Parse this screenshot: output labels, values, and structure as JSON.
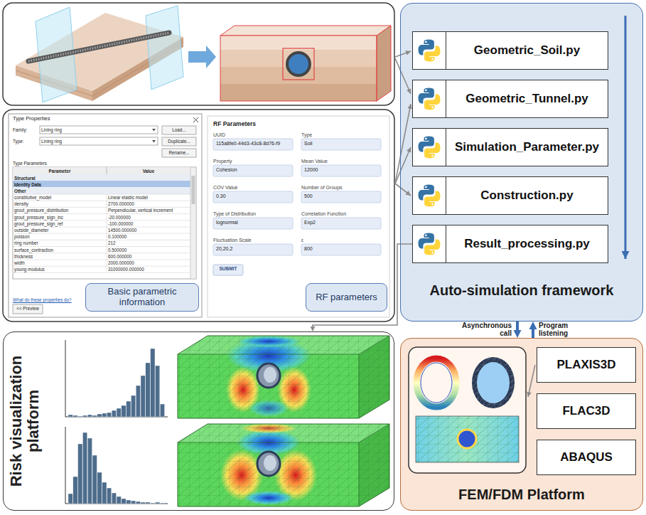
{
  "diagram": {
    "nodes": [
      {
        "text": [
          "Type Properties",
          "Family:",
          "Lining ring",
          "Load...",
          "Type:",
          "Lining ring",
          "Duplicate...",
          "Rename...",
          "Type Parameters",
          "Parameter",
          "Value",
          "Structural",
          "Identity Data",
          "Other",
          "constitutive_model",
          "Linear elastic model",
          "density",
          "2700.000000",
          "grout_pressure_distribution",
          "Perpendicular, vertical increment",
          "grout_pressure_sign_inc",
          "-20.000000",
          "grout_pressure_sign_ref",
          "-100.000000",
          "outside_diameter",
          "14500.000000",
          "poisson",
          "0.100000",
          "ring number",
          "212",
          "surface_contraction",
          "0.500000",
          "thickness",
          "600.000000",
          "width",
          "2000.000000",
          "young modulus",
          "31000000.000000",
          "What do these properties do?",
          "<< Preview"
        ]
      },
      {
        "text": [
          "Basic parametric information"
        ],
        "in": 0
      },
      {
        "text": [
          "RF Parameters",
          "UUID",
          "115a8fe0-44d3-43c8-8d76-f9",
          "Type",
          "Soil",
          "Property",
          "Cohesion",
          "Mean Value",
          "12000",
          "COV Value",
          "0.30",
          "Number of Groups",
          "500",
          "Type of Distribution",
          "lognormal",
          "Correlation Function",
          "Exp2",
          "Fluctuation Scale",
          "20,20,2",
          "ε",
          "800",
          "SUBMIT"
        ]
      },
      {
        "text": [
          "RF parameters"
        ],
        "in": 2
      },
      {
        "text": [
          "Risk visualization platform"
        ]
      },
      {
        "text": [
          "Auto-simulation framework"
        ]
      },
      {
        "text": [
          "Geometric_Soil.py"
        ],
        "in": 5
      },
      {
        "text": [
          "Geometric_Tunnel.py"
        ],
        "in": 5
      },
      {
        "text": [
          "Simulation_Parameter.py"
        ],
        "in": 5
      },
      {
        "text": [
          "Construction.py"
        ],
        "in": 5
      },
      {
        "text": [
          "Result_processing.py"
        ],
        "in": 5
      },
      {
        "text": [
          "FEM/FDM Platform"
        ]
      },
      {
        "text": [
          "PLAXIS3D"
        ],
        "in": 11
      },
      {
        "text": [
          "FLAC3D"
        ],
        "in": 11
      },
      {
        "text": [
          "ABAQUS"
        ],
        "in": 11
      }
    ],
    "edges": [
      {
        "from": 10,
        "to": 4,
        "arrow": "to"
      },
      {
        "from": 5,
        "to": 11,
        "label": "Asynchronous call",
        "arrow": "to"
      },
      {
        "from": 11,
        "to": 5,
        "label": "Program listening",
        "arrow": "to"
      }
    ]
  }
}
